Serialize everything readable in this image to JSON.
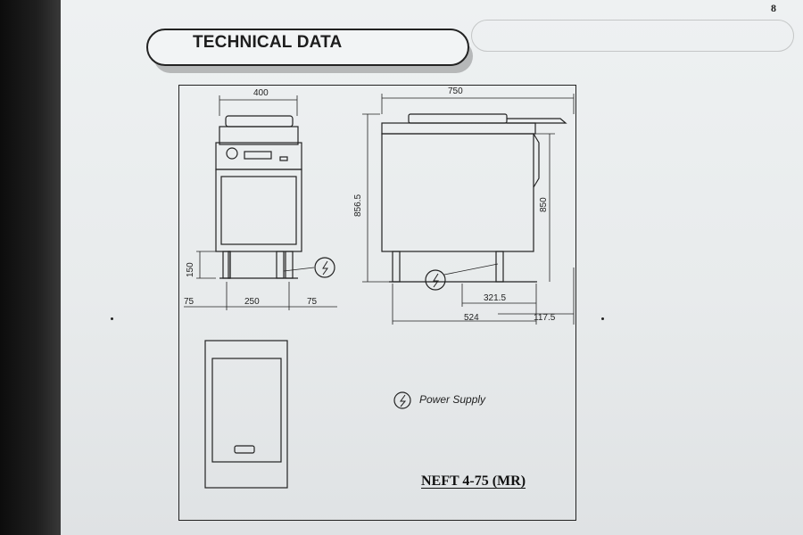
{
  "page": {
    "number": "8",
    "title": "TECHNICAL DATA"
  },
  "dimensions": {
    "front_width": "400",
    "side_width": "750",
    "front_height": "856.5",
    "side_height": "850",
    "legs_height": "150",
    "front_left": "75",
    "front_mid": "250",
    "front_right": "75",
    "side_321": "321.5",
    "side_524": "524",
    "side_117": "117.5"
  },
  "legend": {
    "power_supply_label": "Power Supply"
  },
  "model": {
    "name": "NEFT 4-75 (MR)"
  }
}
